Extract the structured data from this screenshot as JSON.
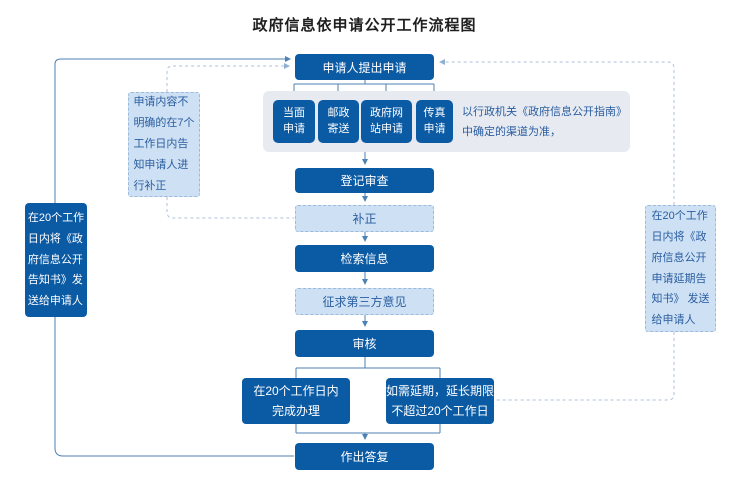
{
  "title": "政府信息依申请公开工作流程图",
  "flow": {
    "apply": "申请人提出申请",
    "channels": [
      "当面\n申请",
      "邮政\n寄送",
      "政府网\n站申请",
      "传真\n申请"
    ],
    "channels_note": "以行政机关《政府信息公开指南》\n中确定的渠道为准，",
    "register": "登记审查",
    "correction": "补正",
    "search": "检索信息",
    "third_party": "征求第三方意见",
    "review": "审核",
    "complete": "在20个工作日内\n完成办理",
    "extension": "如需延期，延长期限\n不超过20个工作日",
    "reply": "作出答复",
    "left_correction_note": "申请内容不\n明确的在7个\n工作日内告\n知申请人进\n行补正",
    "left_notice": "在20个工作\n日内将《政\n府信息公开\n告知书》发\n送给申请人",
    "right_notice": "在20个工作\n日内将《政\n府信息公开\n申请延期告\n知书》 发送\n给申请人"
  },
  "colors": {
    "node_dark": "#0B5AA4",
    "node_light_fill": "#CEE1F4",
    "node_light_border": "#9CBBDB",
    "container": "#E7EBF1",
    "solid_line": "#4E81B4",
    "dashed_line": "#ABC2D8",
    "text_blue": "#2A5D9F"
  }
}
